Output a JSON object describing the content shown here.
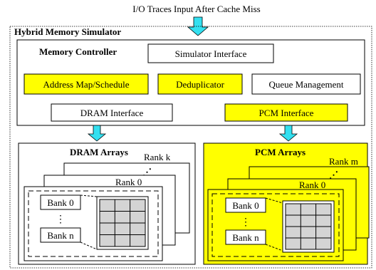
{
  "input_label": "I/O Traces Input After Cache Miss",
  "simulator_title": "Hybrid Memory Simulator",
  "controller": {
    "title": "Memory Controller",
    "simulator_interface": "Simulator Interface",
    "address_map": "Address Map/Schedule",
    "deduplicator": "Deduplicator",
    "queue_management": "Queue Management",
    "dram_interface": "DRAM Interface",
    "pcm_interface": "PCM Interface"
  },
  "dram": {
    "title": "DRAM Arrays",
    "rank_top": "Rank k",
    "rank_bottom": "Rank 0",
    "bank_first": "Bank 0",
    "bank_last": "Bank n"
  },
  "pcm": {
    "title": "PCM Arrays",
    "rank_top": "Rank m",
    "rank_bottom": "Rank 0",
    "bank_first": "Bank 0",
    "bank_last": "Bank n"
  },
  "colors": {
    "highlight": "#ffff00",
    "arrow": "#33e0f0",
    "grid_fill": "#d4d4d4"
  }
}
